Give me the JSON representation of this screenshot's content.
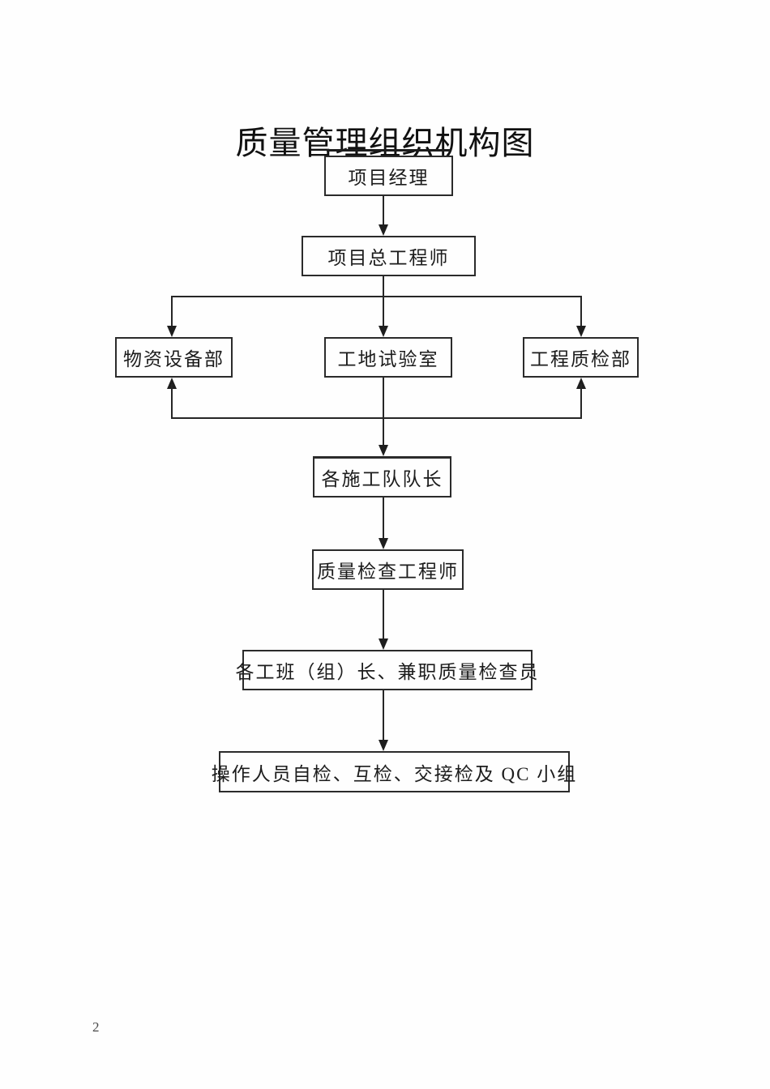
{
  "title": "质量管理组织机构图",
  "page_number": "2",
  "diagram": {
    "type": "org-chart",
    "nodes": [
      {
        "label": "项目经理"
      },
      {
        "label": "项目总工程师"
      },
      {
        "label": "物资设备部"
      },
      {
        "label": "工地试验室"
      },
      {
        "label": "工程质检部"
      },
      {
        "label": "各施工队队长"
      },
      {
        "label": "质量检查工程师"
      },
      {
        "label": "各工班（组）长、兼职质量检查员"
      },
      {
        "label": "操作人员自检、互检、交接检及 QC 小组"
      }
    ],
    "edges": [
      {
        "from": "项目经理",
        "to": "项目总工程师",
        "arrow": "down"
      },
      {
        "from": "项目总工程师",
        "to": "物资设备部",
        "arrow": "down"
      },
      {
        "from": "项目总工程师",
        "to": "工地试验室",
        "arrow": "down"
      },
      {
        "from": "项目总工程师",
        "to": "工程质检部",
        "arrow": "down"
      },
      {
        "from": "工地试验室",
        "to": "各施工队队长",
        "arrow": "down"
      },
      {
        "from": "各施工队队长",
        "to": "物资设备部",
        "arrow": "up"
      },
      {
        "from": "各施工队队长",
        "to": "工程质检部",
        "arrow": "up"
      },
      {
        "from": "各施工队队长",
        "to": "质量检查工程师",
        "arrow": "down"
      },
      {
        "from": "质量检查工程师",
        "to": "各工班（组）长、兼职质量检查员",
        "arrow": "down"
      },
      {
        "from": "各工班（组）长、兼职质量检查员",
        "to": "操作人员自检、互检、交接检及 QC 小组",
        "arrow": "down"
      }
    ],
    "colors": {
      "line": "#262626",
      "text": "#1c1c1c",
      "background": "#fefefe"
    }
  }
}
